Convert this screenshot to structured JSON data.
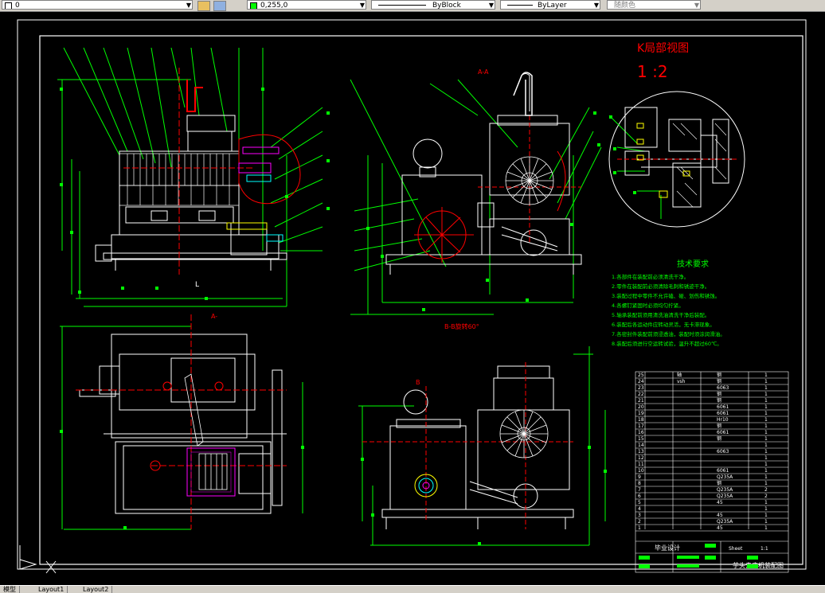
{
  "toolbar": {
    "layer_name": "0",
    "color_value": "0,255,0",
    "linetype": "ByBlock",
    "lineweight": "ByLayer",
    "plot_style": "随颜色"
  },
  "drawing": {
    "detail_title": "K局部视图",
    "detail_scale": "1 :2",
    "view_aa": "A-A",
    "view_bb": "B-B旋转60°",
    "view_a_marker": "A-",
    "view_b_marker": "B",
    "tech_title": "技术要求",
    "tech_lines": [
      "1.各部件在装配前必须清洗干净。",
      "2.零件在装配前必须清除毛刺和锈迹干净。",
      "3.装配过程中零件不允许磕、碰、划伤和锈蚀。",
      "4.各螺钉紧固时必须均匀拧紧。",
      "5.轴承装配前须用清洗油清洗干净后装配。",
      "6.装配后各运动件应转动灵活，无卡滞现象。",
      "7.各密封件装配前须浸透油，装配时须涂润滑油。",
      "8.装配后须进行空运转试验，温升不超过60℃。"
    ],
    "bom_rows": [
      [
        "25",
        "轴",
        "钢",
        "1"
      ],
      [
        "24",
        "vsh",
        "钢",
        "1"
      ],
      [
        "23",
        "",
        "6063",
        "1"
      ],
      [
        "22",
        "",
        "钢",
        "1"
      ],
      [
        "21",
        "",
        "钢",
        "1"
      ],
      [
        "20",
        "",
        "6061",
        "1"
      ],
      [
        "19",
        "",
        "6061",
        "1"
      ],
      [
        "18",
        "",
        "Hr10",
        "1"
      ],
      [
        "17",
        "",
        "钢",
        "1"
      ],
      [
        "16",
        "",
        "6061",
        "1"
      ],
      [
        "15",
        "",
        "钢",
        "1"
      ],
      [
        "14",
        "",
        "",
        "1"
      ],
      [
        "13",
        "",
        "6063",
        "1"
      ],
      [
        "12",
        "",
        "",
        "1"
      ],
      [
        "11",
        "",
        "",
        "1"
      ],
      [
        "10",
        "",
        "6061",
        "1"
      ],
      [
        "9",
        "",
        "Q235A",
        "1"
      ],
      [
        "8",
        "",
        "钢",
        "1"
      ],
      [
        "7",
        "",
        "Q235A",
        "2"
      ],
      [
        "6",
        "",
        "Q235A",
        "2"
      ],
      [
        "5",
        "",
        "45",
        "1"
      ],
      [
        "4",
        "",
        "",
        "1"
      ],
      [
        "3",
        "",
        "45",
        "1"
      ],
      [
        "2",
        "",
        "Q235A",
        "1"
      ],
      [
        "1",
        "",
        "45",
        "1"
      ]
    ],
    "title_block": {
      "school": "毕业设计",
      "name": "芋头去皮机装配图",
      "ratio": "1:1",
      "sheet": "Sheet"
    }
  },
  "statusbar": {
    "tab_model": "模型",
    "tab_layout1": "Layout1",
    "tab_layout2": "Layout2"
  }
}
